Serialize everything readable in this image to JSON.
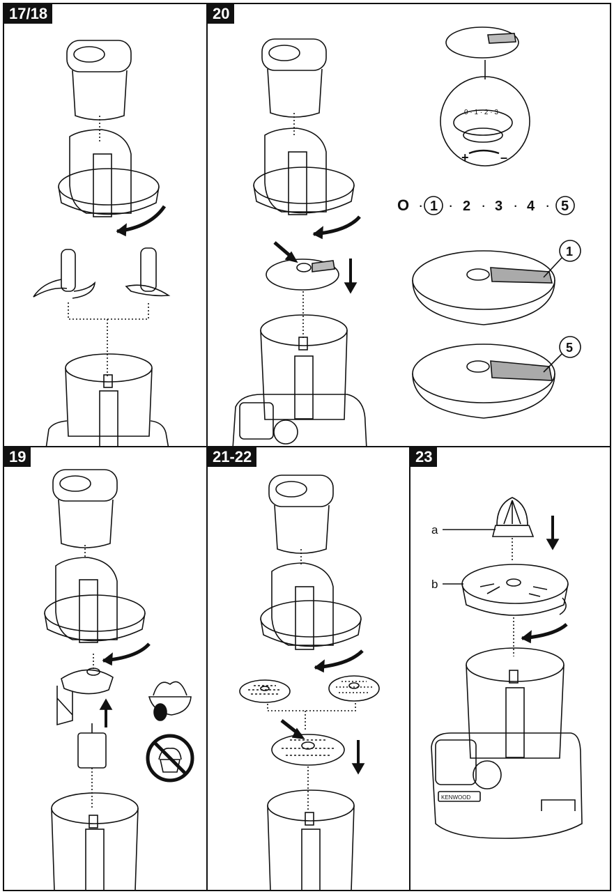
{
  "panels": {
    "p1718": {
      "label": "17/18"
    },
    "p20": {
      "label": "20"
    },
    "p19": {
      "label": "19"
    },
    "p2122": {
      "label": "21-22"
    },
    "p23": {
      "label": "23"
    }
  },
  "speed_scale": {
    "s0": "O",
    "s1": "1",
    "s2": "2",
    "s3": "3",
    "s4": "4",
    "s5": "5",
    "sep": "·"
  },
  "callouts": {
    "disc_thin": "1",
    "disc_thick": "5",
    "dial_plus": "+",
    "dial_minus": "–",
    "dial_ticks": "0 · 1 · 2 · 3"
  },
  "juicer_labels": {
    "a": "a",
    "b": "b"
  },
  "brand": "KENWOOD"
}
